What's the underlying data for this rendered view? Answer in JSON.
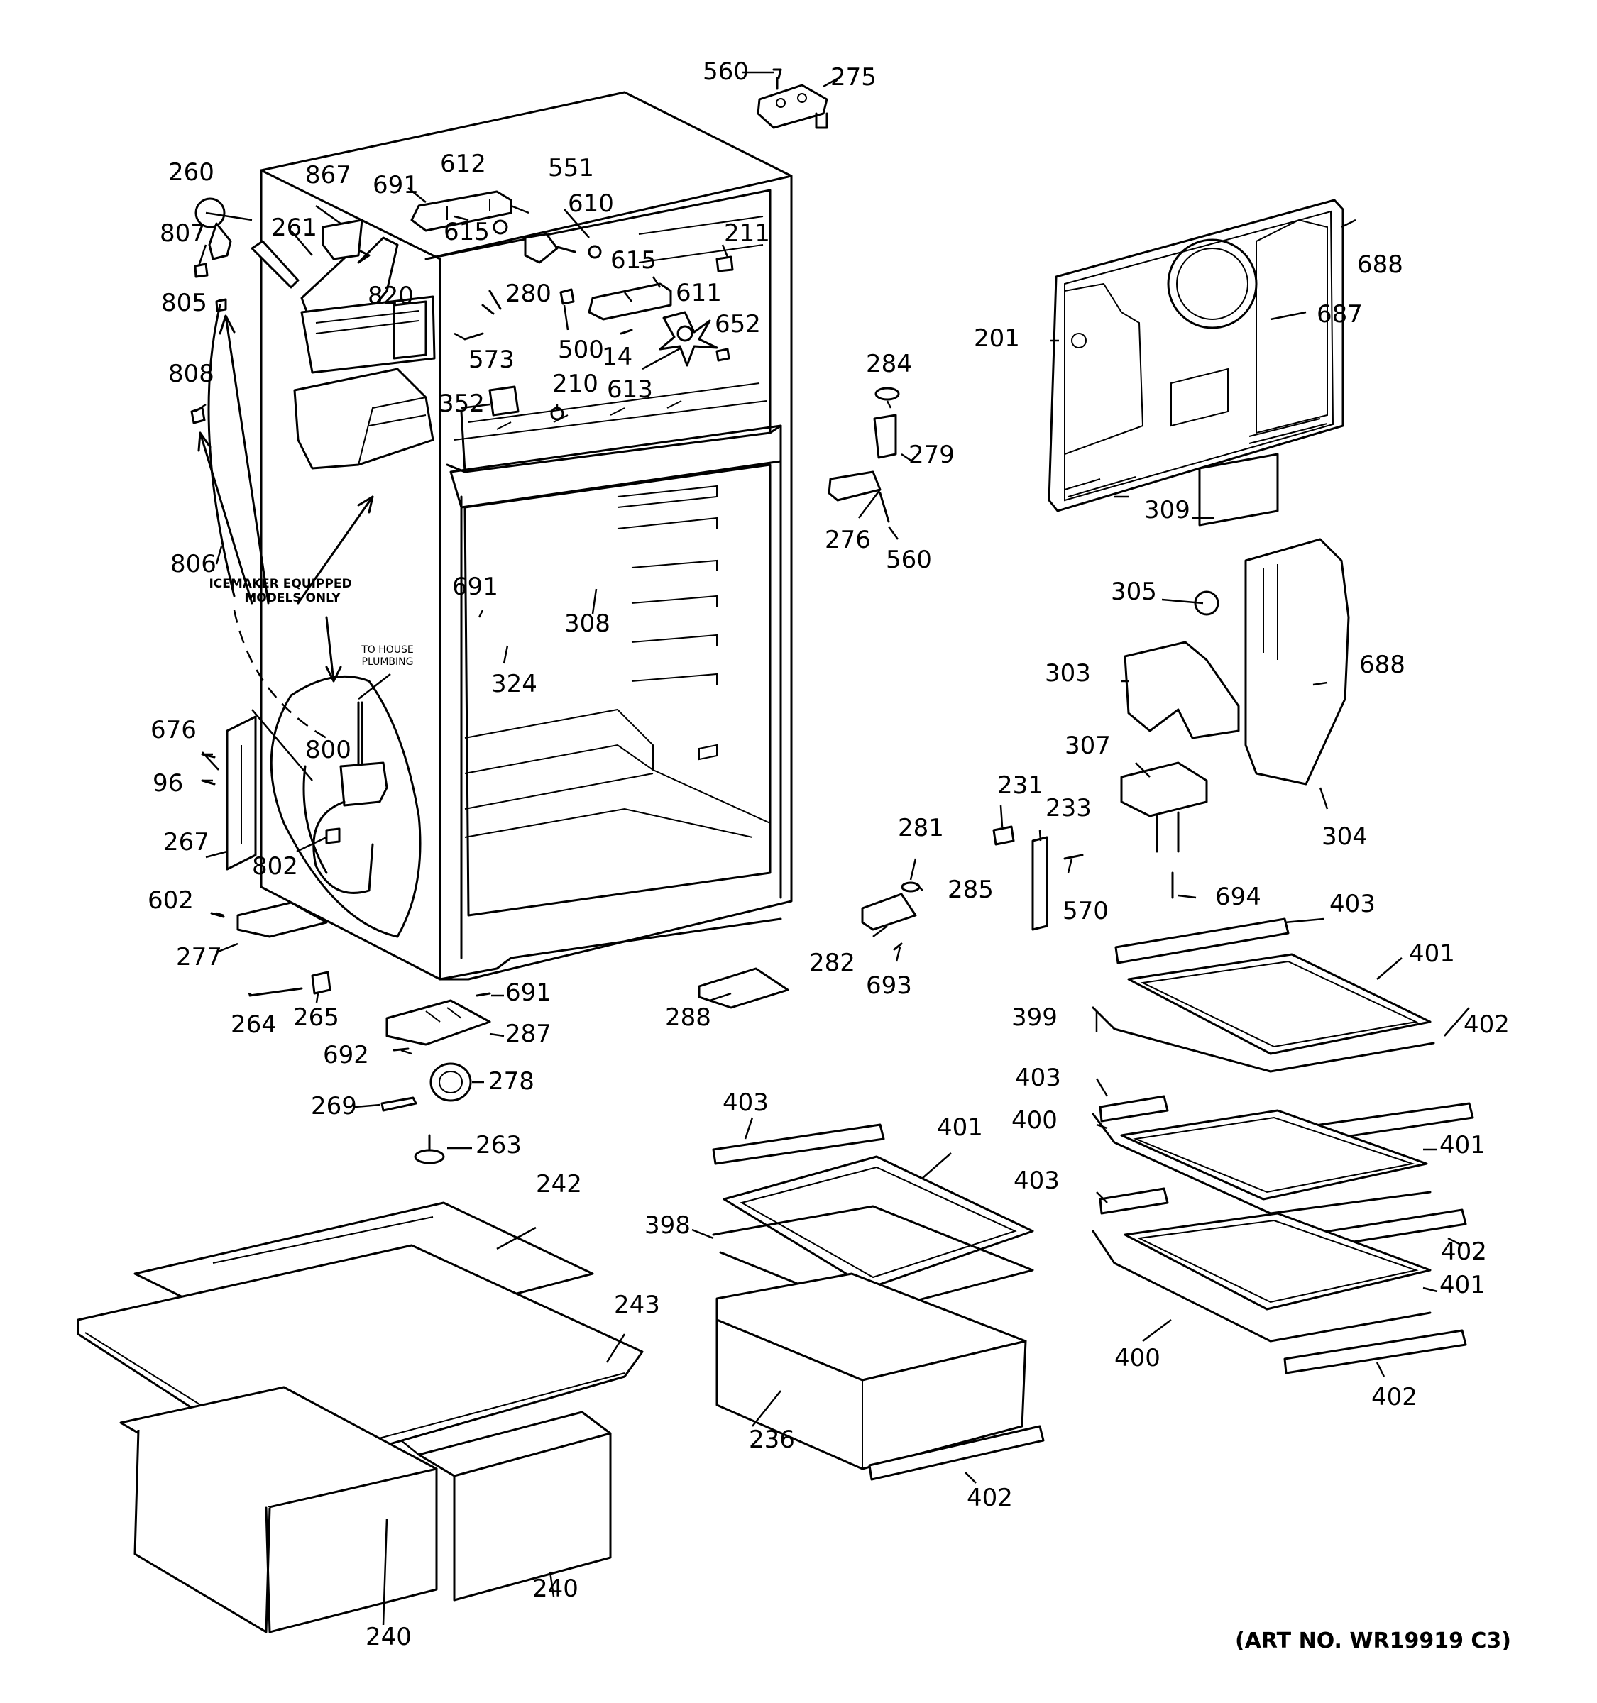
{
  "notes": {
    "icemaker_line1": "ICEMAKER EQUIPPED",
    "icemaker_line2": "MODELS ONLY",
    "plumbing_line1": "TO HOUSE",
    "plumbing_line2": "PLUMBING",
    "art_number": "(ART NO. WR19919 C3)"
  },
  "callouts": [
    "560",
    "275",
    "260",
    "867",
    "691",
    "612",
    "551",
    "610",
    "211",
    "688",
    "807",
    "261",
    "615",
    "615",
    "805",
    "820",
    "280",
    "611",
    "687",
    "201",
    "573",
    "500",
    "14",
    "652",
    "284",
    "808",
    "210",
    "613",
    "352",
    "279",
    "276",
    "560",
    "309",
    "806",
    "691",
    "308",
    "305",
    "324",
    "303",
    "688",
    "676",
    "800",
    "96",
    "307",
    "231",
    "233",
    "304",
    "267",
    "802",
    "281",
    "285",
    "570",
    "694",
    "403",
    "602",
    "277",
    "282",
    "693",
    "401",
    "691",
    "288",
    "399",
    "402",
    "264",
    "265",
    "287",
    "692",
    "278",
    "403",
    "400",
    "401",
    "269",
    "263",
    "403",
    "401",
    "242",
    "403",
    "398",
    "402",
    "401",
    "243",
    "400",
    "402",
    "236",
    "240",
    "240",
    "402"
  ]
}
